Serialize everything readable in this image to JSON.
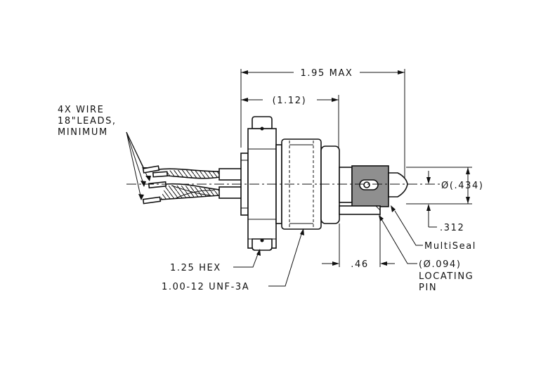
{
  "labels": {
    "overall_length": "1.95 MAX",
    "body_length": "(1.12)",
    "wire_note_1": "4X WIRE",
    "wire_note_2": "18\"LEADS,",
    "wire_note_3": "MINIMUM",
    "diameter": "Ø(.434)",
    "offset": ".312",
    "seal": "MultiSeal",
    "pin_offset": ".46",
    "pin_diameter": "(Ø.094)",
    "pin_label_1": "LOCATING",
    "pin_label_2": "PIN",
    "hex": "1.25 HEX",
    "thread": "1.00-12 UNF-3A"
  },
  "colors": {
    "line": "#111111",
    "seal_fill": "#8f8f8f",
    "background": "#ffffff"
  }
}
